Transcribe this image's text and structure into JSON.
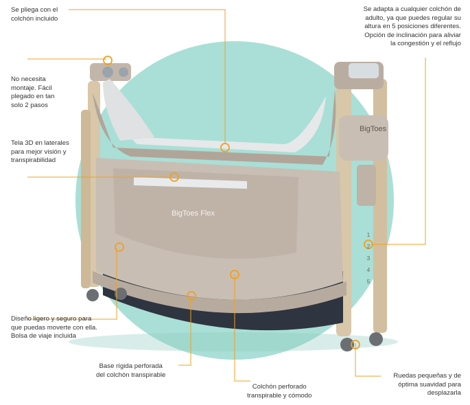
{
  "colors": {
    "accent": "#f0a020",
    "circle": "#a9dfd6",
    "fabric": "#c9beb4",
    "fabric_dark": "#b1a599",
    "wood": "#d8c7a8",
    "text": "#333333"
  },
  "brand": {
    "logo_text": "BigToes",
    "side_print": "BigToes Flex"
  },
  "height_positions": [
    "1",
    "2",
    "3",
    "4",
    "5"
  ],
  "callouts": [
    {
      "id": "folds-with-mattress",
      "text": "Se pliega con el\ncolchón incluido"
    },
    {
      "id": "no-assembly",
      "text": "No necesita\nmontaje. Fácil\nplegado en tan\nsolo 2 pasos"
    },
    {
      "id": "3d-fabric",
      "text": "Tela 3D en laterales\npara mejor visión y\ntranspirabilidad"
    },
    {
      "id": "light-safe",
      "text": "Diseño ligero y seguro para\nque puedas moverte con ella.\nBolsa de viaje incluida"
    },
    {
      "id": "rigid-base",
      "text": "Base rígida perforada\ndel colchón transpirable"
    },
    {
      "id": "perforated-mattress",
      "text": "Colchón perforado\ntranspirable y cómodo"
    },
    {
      "id": "wheels",
      "text": "Ruedas pequeñas y de\nóptima suavidad para\ndesplazarla"
    },
    {
      "id": "adjustable-height",
      "text": "Se adapta a cualquier colchón de\nadulto, ya que puedes regular su\naltura en 5 posiciones diferentes.\nOpción de inclinación para aliviar\nla congestión y el reflujo"
    }
  ]
}
